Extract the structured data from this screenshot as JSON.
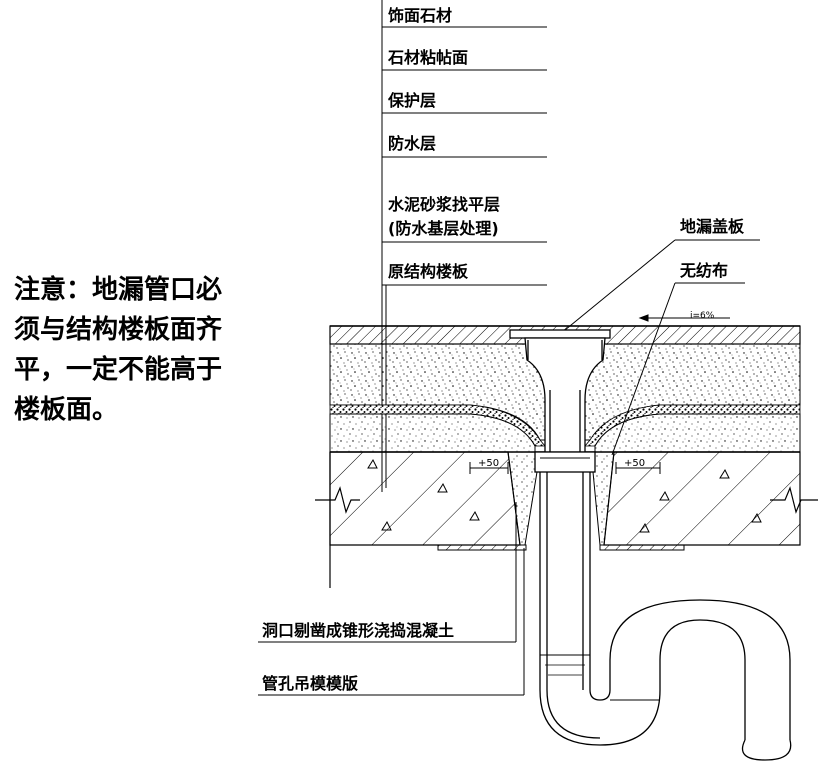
{
  "layer_labels": [
    "饰面石材",
    "石材粘帖面",
    "保护层",
    "防水层",
    "水泥砂浆找平层",
    "(防水基层处理)",
    "原结构楼板"
  ],
  "callouts": {
    "drain_cover": "地漏盖板",
    "nonwoven": "无纺布",
    "hole_chisel": "洞口剔凿成锥形浇捣混凝土",
    "formwork": "管孔吊模模版"
  },
  "note_lines": [
    "注意：地漏管口必",
    "须与结构楼板面齐",
    "平，一定不能高于",
    "楼板面。"
  ],
  "dims": {
    "slope": "i=6%",
    "left_offset": "+50",
    "right_offset": "+50"
  }
}
